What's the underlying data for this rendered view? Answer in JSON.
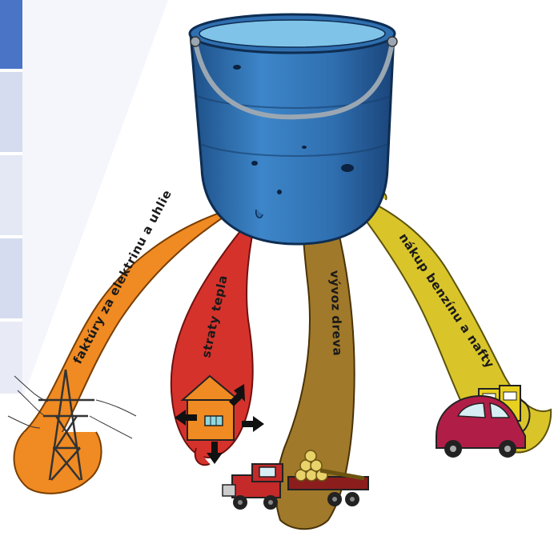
{
  "colors": {
    "bucket": "#2f6fb0",
    "bucket_dark": "#1d4f87",
    "water": "#7fc4e8",
    "orange_stream": "#f08a22",
    "red_stream": "#d6322c",
    "brown_stream": "#a0792a",
    "yellow_stream": "#d9c52a",
    "slide_tab_active": "#4a74c6",
    "slide_tab": "#d5dcef"
  },
  "streams": {
    "electricity": "faktúry za elektrinu a uhlie",
    "heat": "straty tepla",
    "wood": "vývoz dreva",
    "fuel": "nákup benzínu a nafty"
  }
}
